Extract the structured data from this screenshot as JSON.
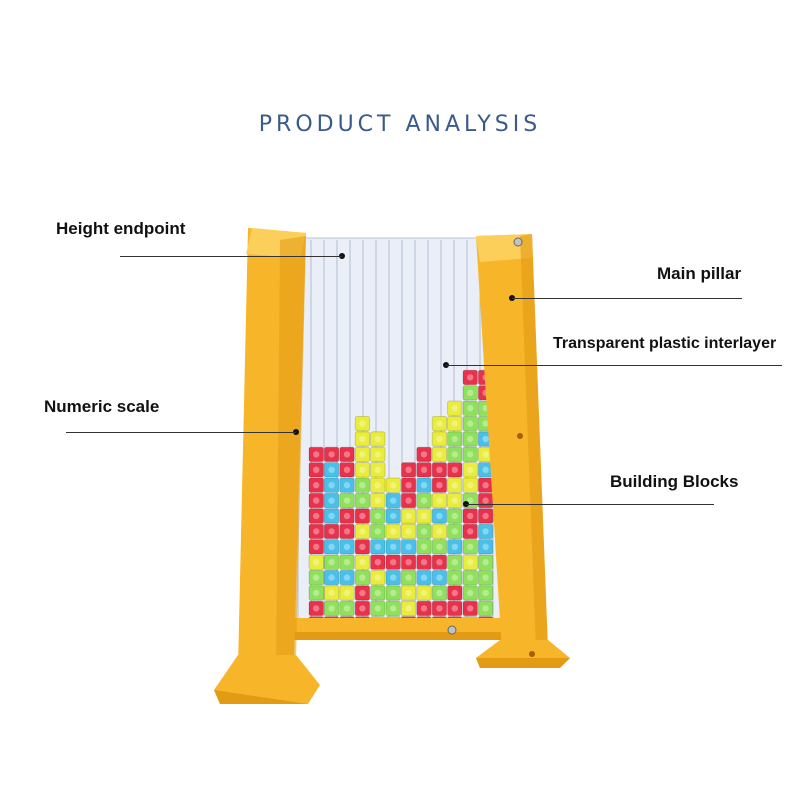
{
  "title": "PRODUCT ANALYSIS",
  "labels": {
    "height_endpoint": "Height endpoint",
    "main_pillar": "Main pillar",
    "transparent_interlayer": "Transparent plastic interlayer",
    "numeric_scale": "Numeric scale",
    "building_blocks": "Building Blocks"
  },
  "colors": {
    "title": "#3a5a8c",
    "frame": "#f7b62a",
    "frame_shadow": "#e39a14",
    "panel": "#e9eef7",
    "block_red": "#e8314a",
    "block_yellow": "#e9ec3a",
    "block_green": "#8fe05a",
    "block_blue": "#48c0ea"
  },
  "block_grid": [
    "............R..",
    "..........RRR..",
    "..........GRB..",
    ".........YGGB..",
    "...Y....YYGGB..",
    "...YY...YGGBB..",
    "RRRYY..RYGGYB..",
    "RBRYY.RRRRYB...",
    "RBBGYYRBRYYR...",
    "RBGGYBRGYYGR...",
    "RBRRGBYYBGRRB..",
    "RRRYGYYGYGRB...",
    "RBBRBBBGGBGB...",
    "YGGYRRRRRGYG...",
    "GBBGYBGBBGGG...",
    "GYYRGGYYGRGG...",
    "RGGRGGYRRRRG...",
    "RRRRGGRRRRGR..."
  ]
}
